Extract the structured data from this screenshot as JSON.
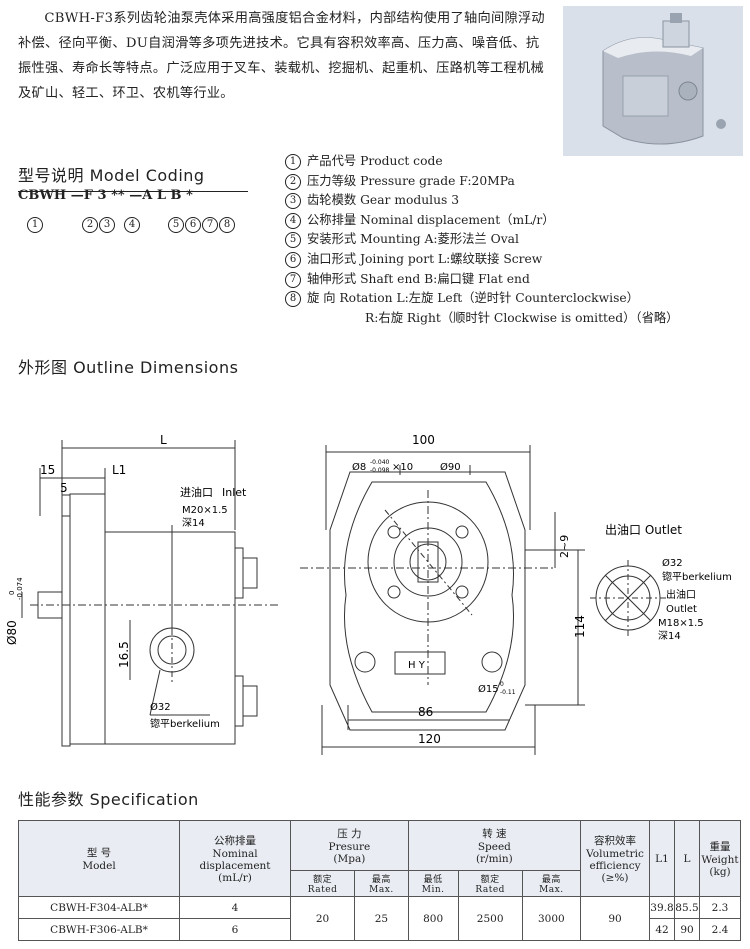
{
  "intro": {
    "text": "CBWH-F3系列齿轮油泵壳体采用高强度铝合金材料，内部结构使用了轴向间隙浮动补偿、径向平衡、DU自润滑等多项先进技术。它具有容积效率高、压力高、噪音低、抗振性强、寿命长等特点。广泛应用于叉车、装载机、挖掘机、起重机、压路机等工程机械及矿山、轻工、环卫、农机等行业。"
  },
  "model_coding": {
    "heading": "型号说明  Model Coding",
    "code_parts": [
      "CBWH",
      "—F",
      "3",
      "**",
      "—A",
      "L",
      "B",
      "*"
    ],
    "code_nums": [
      "1",
      "2",
      "3",
      "4",
      "5",
      "6",
      "7",
      "8"
    ],
    "items": [
      {
        "num": "1",
        "text": "产品代号 Product code"
      },
      {
        "num": "2",
        "text": "压力等级 Pressure grade  F:20MPa"
      },
      {
        "num": "3",
        "text": "齿轮模数 Gear modulus  3"
      },
      {
        "num": "4",
        "text": "公称排量 Nominal displacement（mL/r）"
      },
      {
        "num": "5",
        "text": "安装形式 Mounting  A:菱形法兰 Oval"
      },
      {
        "num": "6",
        "text": "油口形式 Joining port  L:螺纹联接 Screw"
      },
      {
        "num": "7",
        "text": "轴伸形式 Shaft end  B:扁口键 Flat end"
      },
      {
        "num": "8",
        "text": "旋      向 Rotation  L:左旋 Left（逆时针 Counterclockwise）"
      }
    ],
    "extra_line": "R:右旋  Right（顺时针 Clockwise is omitted）（省略）"
  },
  "outline": {
    "heading": "外形图  Outline Dimensions",
    "side": {
      "L": "L",
      "L1": "L1",
      "d15": "15",
      "d5": "5",
      "dia80": "Ø80",
      "tol80_top": "0",
      "tol80_bot": "-0.074",
      "d16_5": "16.5",
      "inlet_cn": "进油口",
      "inlet_en": "Inlet",
      "thread": "M20×1.5",
      "depth": "深14",
      "d32": "Ø32",
      "berk": "锪平berkelium"
    },
    "front": {
      "d100": "100",
      "key": "Ø8",
      "key_tol_top": "-0.040",
      "key_tol_bot": "-0.098",
      "key_len": "×10",
      "d90": "Ø90",
      "r2_9": "2~9",
      "d114": "114",
      "hy": "H Y",
      "d15": "Ø15",
      "d15_tol_top": "0",
      "d15_tol_bot": "-0.11",
      "d86": "86",
      "d120": "120"
    },
    "outlet": {
      "label": "出油口  Outlet",
      "d32": "Ø32",
      "berk": "锪平berkelium",
      "out_cn": "出油口",
      "out_en": "Outlet",
      "thread": "M18×1.5",
      "depth": "深14"
    }
  },
  "spec": {
    "heading": "性能参数  Specification",
    "h_model_cn": "型      号",
    "h_model_en": "Model",
    "h_disp_cn": "公称排量",
    "h_disp_en1": "Nominal",
    "h_disp_en2": "displacement",
    "h_disp_unit": "(mL/r)",
    "h_press_cn": "压      力",
    "h_press_en": "Presure",
    "h_press_unit": "(Mpa)",
    "h_speed_cn": "转      速",
    "h_speed_en": "Speed",
    "h_speed_unit": "(r/min)",
    "h_eff_cn": "容积效率",
    "h_eff_en1": "Volumetric",
    "h_eff_en2": "efficiency",
    "h_eff_unit": "(≥%)",
    "h_l1": "L1",
    "h_l": "L",
    "h_wt_cn": "重量",
    "h_wt_en": "Weight",
    "h_wt_unit": "(kg)",
    "s_rated_cn": "额定",
    "s_rated_en": "Rated",
    "s_max_cn": "最高",
    "s_max_en": "Max.",
    "s_min_cn": "最低",
    "s_min_en": "Min.",
    "s_srated_cn": "额定",
    "s_srated_en": "Rated",
    "s_smax_cn": "最高",
    "s_smax_en": "Max.",
    "rows": [
      {
        "model": "CBWH-F304-ALB*",
        "disp": "4",
        "l1": "39.8",
        "l": "85.5",
        "wt": "2.3"
      },
      {
        "model": "CBWH-F306-ALB*",
        "disp": "6",
        "l1": "42",
        "l": "90",
        "wt": "2.4"
      }
    ],
    "shared": {
      "p_rated": "20",
      "p_max": "25",
      "s_min": "800",
      "s_rated": "2500",
      "s_max": "3000",
      "eff": "90"
    }
  }
}
